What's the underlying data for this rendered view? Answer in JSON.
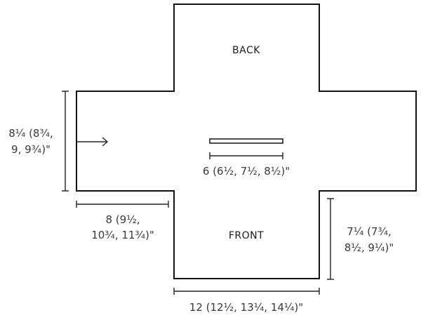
{
  "labels": {
    "back": "BACK",
    "front": "FRONT"
  },
  "dimensions": {
    "neck_width": "6 (6½, 7½, 8½)\"",
    "sleeve_depth_line1": "8¼ (8¾,",
    "sleeve_depth_line2": "9, 9¾)\"",
    "sleeve_length_line1": "8 (9½,",
    "sleeve_length_line2": "10¾, 11¾)\"",
    "body_length_line1": "7¼ (7¾,",
    "body_length_line2": "8½, 9¼)\"",
    "body_width": "12 (12½, 13¼, 14¼)\""
  }
}
